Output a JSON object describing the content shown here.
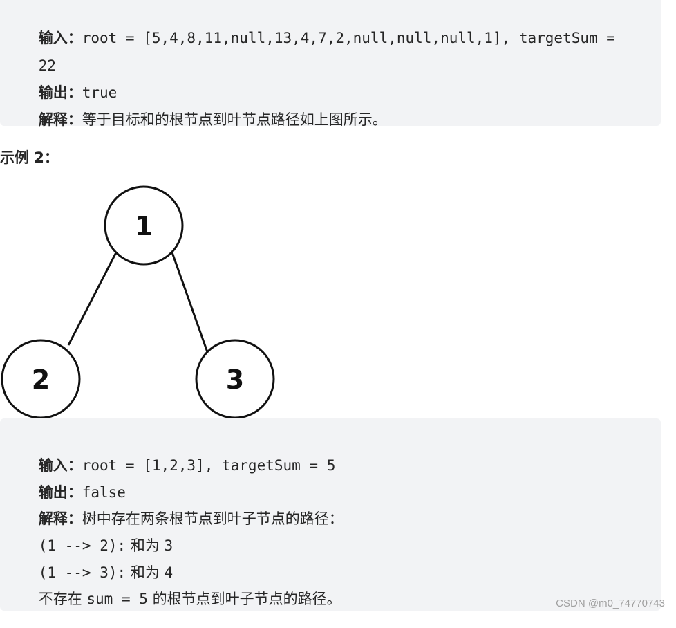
{
  "example1": {
    "input_label": "输入：",
    "input_value_a": "root = [5,4,8,11,null,13,4,7,2,null,null,null,1], targetSum =",
    "input_value_b": "22",
    "output_label": "输出：",
    "output_value": "true",
    "explain_label": "解释：",
    "explain_text": "等于目标和的根节点到叶节点路径如上图所示。"
  },
  "example2": {
    "title": "示例 2：",
    "tree": {
      "nodes": [
        {
          "id": "n1",
          "label": "1"
        },
        {
          "id": "n2",
          "label": "2"
        },
        {
          "id": "n3",
          "label": "3"
        }
      ]
    },
    "input_label": "输入：",
    "input_value": "root = [1,2,3], targetSum = 5",
    "output_label": "输出：",
    "output_value": "false",
    "explain_label": "解释：",
    "explain_text": "树中存在两条根节点到叶子节点的路径：",
    "path1_code": "(1 --> 2):",
    "path1_text": " 和为 ",
    "path1_value": "3",
    "path2_code": "(1 --> 3):",
    "path2_text": " 和为 ",
    "path2_value": "4",
    "conclusion_pre": "不存在 ",
    "conclusion_code": "sum = 5",
    "conclusion_post": " 的根节点到叶子节点的路径。"
  },
  "watermark": "CSDN @m0_74770743"
}
